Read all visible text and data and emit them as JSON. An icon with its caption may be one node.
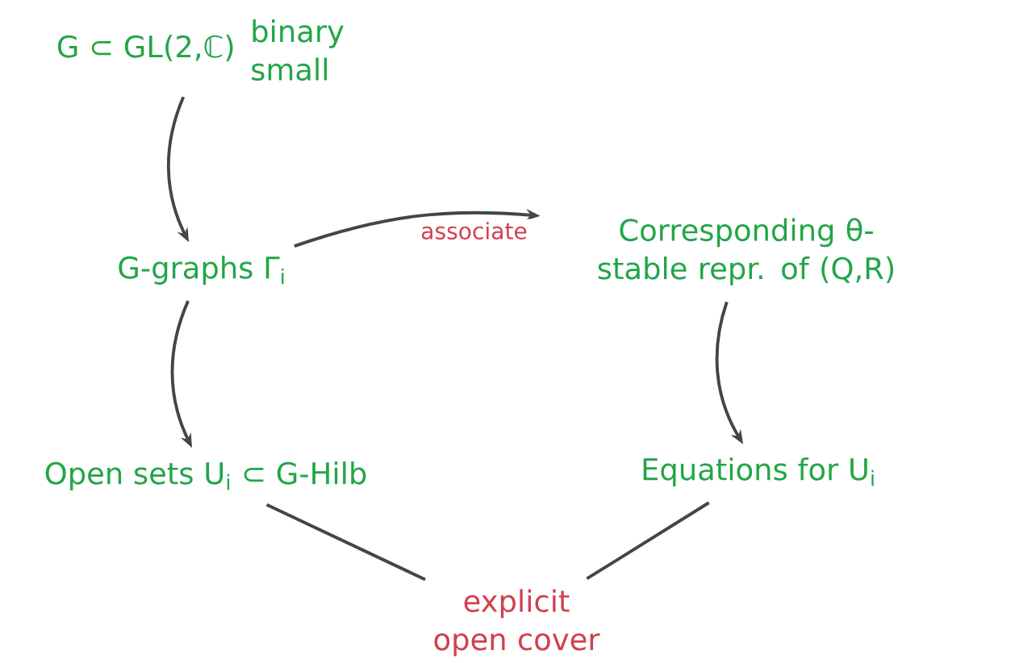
{
  "diagram": {
    "nodes": [
      {
        "text": [
          "G ⊂ GL(2,ℂ)",
          "binary small"
        ]
      },
      {
        "text": [
          "G-graphs Γ$_{i}$"
        ]
      },
      {
        "text": [
          "Corresponding θ-stable repr. of (Q,R)"
        ]
      },
      {
        "text": [
          "Open sets U$_{i}$ ⊂ G-Hilb"
        ]
      },
      {
        "text": [
          "Equations for U$_{i}$"
        ]
      },
      {
        "text": [
          "explicit open cover"
        ]
      }
    ],
    "edges": [
      {
        "from": 0,
        "to": 1,
        "arrow": "to"
      },
      {
        "from": 1,
        "to": 2,
        "arrow": "to",
        "label": "associate"
      },
      {
        "from": 1,
        "to": 3,
        "arrow": "to"
      },
      {
        "from": 2,
        "to": 4,
        "arrow": "to"
      },
      {
        "from": 3,
        "to": 5,
        "arrow": "none"
      },
      {
        "from": 4,
        "to": 5,
        "arrow": "none"
      }
    ]
  }
}
